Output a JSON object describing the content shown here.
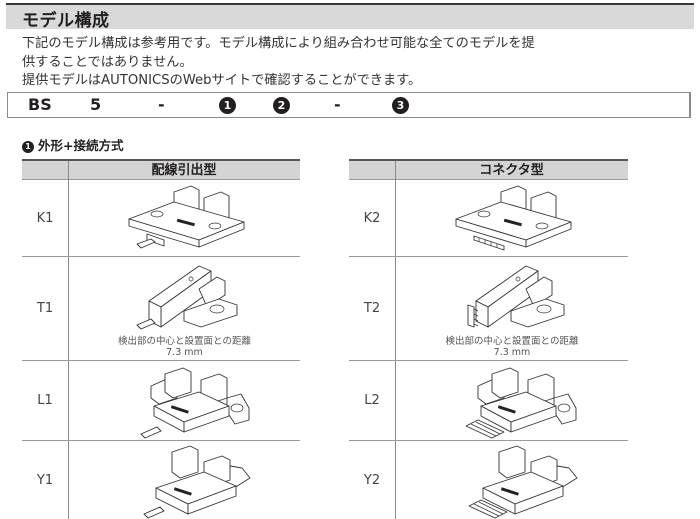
{
  "header": {
    "title": "モデル構成"
  },
  "description": {
    "lines": [
      "下記のモデル構成は参考用です。モデル構成により組み合わせ可能な全てのモデルを提",
      "供することではありません。",
      "提供モデルはAUTONICSのWebサイトで確認することができます。"
    ]
  },
  "model_code": {
    "parts": [
      "BS",
      "5",
      "-",
      "1",
      "2",
      "-",
      "3"
    ],
    "circled_icons": [
      "circled-number-1",
      "circled-number-2",
      "circled-number-3"
    ]
  },
  "section1": {
    "number": "1",
    "title": "外形+接続方式"
  },
  "tables": {
    "wire": {
      "header": "配線引出型",
      "rows": [
        {
          "code": "K1",
          "image": "sensor-k1-wire-icon",
          "note": "",
          "note2": ""
        },
        {
          "code": "T1",
          "image": "sensor-t1-wire-icon",
          "note": "検出部の中心と設置面との距離",
          "note2": "7.3 mm"
        },
        {
          "code": "L1",
          "image": "sensor-l1-wire-icon",
          "note": "",
          "note2": ""
        },
        {
          "code": "Y1",
          "image": "sensor-y1-wire-icon",
          "note": "",
          "note2": ""
        }
      ]
    },
    "connector": {
      "header": "コネクタ型",
      "rows": [
        {
          "code": "K2",
          "image": "sensor-k2-connector-icon",
          "note": "",
          "note2": ""
        },
        {
          "code": "T2",
          "image": "sensor-t2-connector-icon",
          "note": "検出部の中心と設置面との距離",
          "note2": "7.3 mm"
        },
        {
          "code": "L2",
          "image": "sensor-l2-connector-icon",
          "note": "",
          "note2": ""
        },
        {
          "code": "Y2",
          "image": "sensor-y2-connector-icon",
          "note": "",
          "note2": ""
        }
      ]
    }
  },
  "colors": {
    "title_bg": "#d9d9d9",
    "table_header_bg": "#d4d4d4",
    "text": "#231f20",
    "rule": "#555555"
  }
}
